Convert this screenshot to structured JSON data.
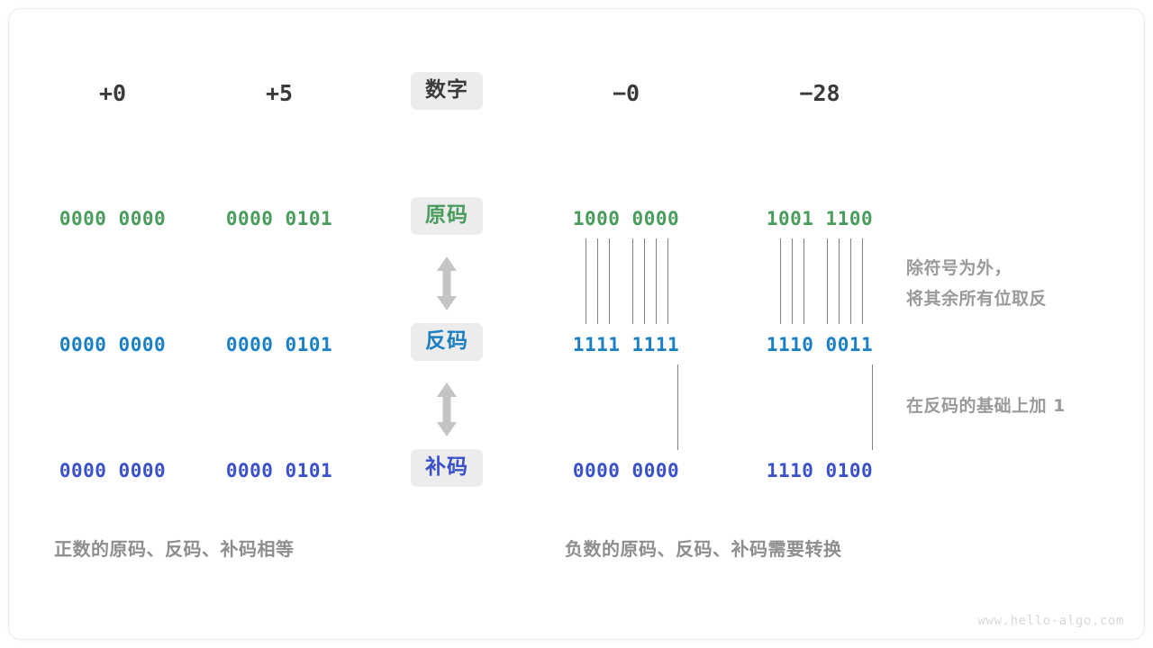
{
  "diagram": {
    "title": "signed-number-encodings",
    "columns": [
      {
        "key": "p0",
        "header": "+0"
      },
      {
        "key": "p5",
        "header": "+5"
      },
      {
        "key": "n0",
        "header": "−0"
      },
      {
        "key": "n28",
        "header": "−28"
      }
    ],
    "row_labels": {
      "header": "数字",
      "r1": "原码",
      "r2": "反码",
      "r3": "补码"
    },
    "rows": [
      {
        "label": "原码",
        "color": "#4a9c5d",
        "cells": {
          "p0": "0000 0000",
          "p5": "0000 0101",
          "n0": "1000 0000",
          "n28": "1001 1100"
        }
      },
      {
        "label": "反码",
        "color": "#1b7fc4",
        "cells": {
          "p0": "0000 0000",
          "p5": "0000 0101",
          "n0": "1111 1111",
          "n28": "1110 0011"
        }
      },
      {
        "label": "补码",
        "color": "#3a51c9",
        "cells": {
          "p0": "0000 0000",
          "p5": "0000 0101",
          "n0": "0000 0000",
          "n28": "1110 0100"
        }
      }
    ],
    "annotations": [
      {
        "key": "invert_bits",
        "text": "除符号为外，\n将其余所有位取反"
      },
      {
        "key": "add_one",
        "text": "在反码的基础上加 1"
      }
    ],
    "captions": {
      "left": "正数的原码、反码、补码相等",
      "right": "负数的原码、反码、补码需要转换"
    },
    "watermark": "www.hello-algo.com",
    "colors": {
      "sign_magnitude": "#4a9c5d",
      "ones_complement": "#1b7fc4",
      "twos_complement": "#3a51c9",
      "badge_bg": "#ececec",
      "annotation_text": "#9a9a9a",
      "connector_line": "#808080",
      "arrow": "#c4c4c4"
    }
  }
}
